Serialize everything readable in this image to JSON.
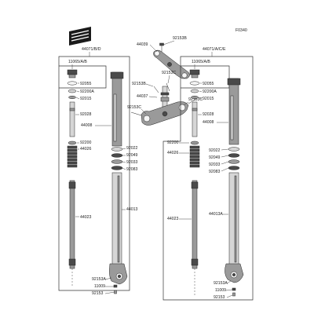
{
  "corner_tag": "F0340",
  "logo_text": "Kawasaki",
  "labels": {
    "left_assembly": "44071/B/D",
    "right_assembly": "44071/A/C/E",
    "left_cap": "11065/A/B",
    "right_cap": "11065/A/B",
    "stem_clamp": "44039",
    "bolt_top": "92153B",
    "bolt_mid_left": "92153B",
    "bolt_mid_right": "92153C",
    "bolt_lower": "92153C",
    "stem_lower": "44037",
    "l_92055": "92055",
    "l_92200a": "92200A",
    "l_92015": "92015",
    "l_92028": "92028",
    "l_44008": "44008",
    "l_92200": "92200",
    "l_44026": "44026",
    "l_92022": "92022",
    "l_92049": "92049",
    "l_92033": "92033",
    "l_92083": "92083",
    "l_44013": "44013",
    "l_44023": "44023",
    "l_92153a": "92153A",
    "l_11009": "11009",
    "l_92153": "92153",
    "r_92055": "92055",
    "r_92200a": "92200A",
    "r_92015": "92015",
    "r_92028": "92028",
    "r_44008": "44008",
    "r_92200": "92200",
    "r_44026": "44026",
    "r_92022": "92022",
    "r_92049": "92049",
    "r_92033": "92033",
    "r_92083": "92083",
    "r_44013a": "44013A",
    "r_44023": "44023",
    "r_92153a": "92153A",
    "r_11009": "11009",
    "r_92153": "92153"
  },
  "colors": {
    "line": "#333333",
    "part_dark": "#4a4a4a",
    "part_mid": "#9a9a9a",
    "part_light": "#d6d6d6"
  }
}
